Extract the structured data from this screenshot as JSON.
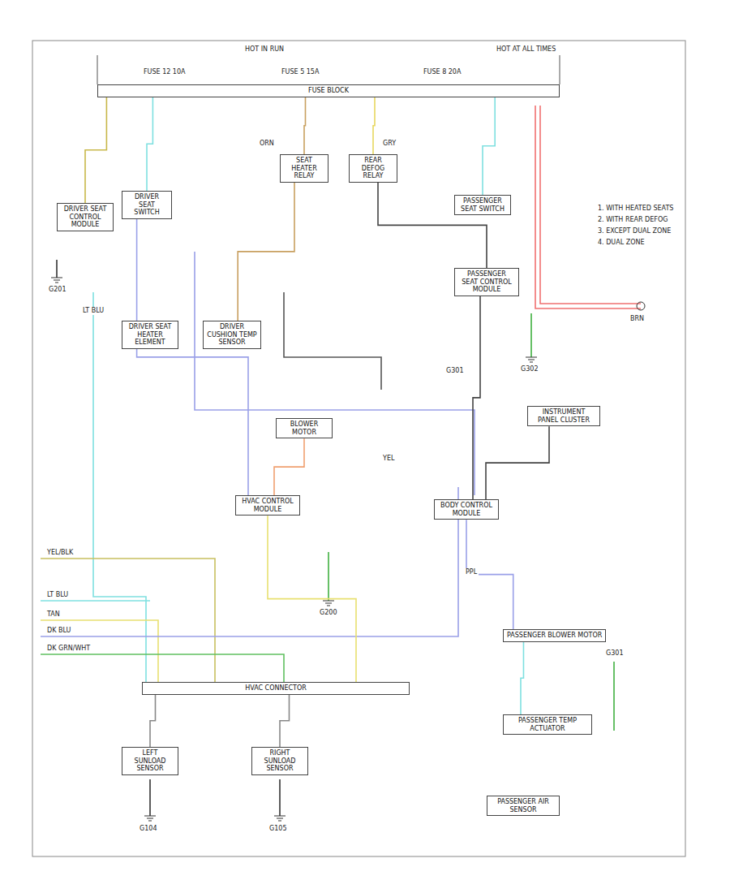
{
  "diagram": {
    "nodes": [
      {
        "text": [
          "FUSE BLOCK"
        ]
      },
      {
        "text": [
          "DRIVER SEAT CONTROL MODULE"
        ]
      },
      {
        "text": [
          "DRIVER SEAT SWITCH"
        ]
      },
      {
        "text": [
          "SEAT HEATER RELAY"
        ]
      },
      {
        "text": [
          "REAR DEFOG RELAY"
        ]
      },
      {
        "text": [
          "PASSENGER SEAT SWITCH"
        ]
      },
      {
        "text": [
          "PASSENGER SEAT CONTROL MODULE"
        ]
      },
      {
        "text": [
          "DRIVER SEAT HEATER ELEMENT"
        ]
      },
      {
        "text": [
          "DRIVER CUSHION TEMP SENSOR"
        ]
      },
      {
        "text": [
          "BLOWER MOTOR"
        ]
      },
      {
        "text": [
          "HVAC CONTROL MODULE"
        ]
      },
      {
        "text": [
          "INSTRUMENT PANEL CLUSTER"
        ]
      },
      {
        "text": [
          "BODY CONTROL MODULE"
        ]
      },
      {
        "text": [
          "HVAC CONNECTOR"
        ]
      },
      {
        "text": [
          "LEFT SUNLOAD SENSOR"
        ]
      },
      {
        "text": [
          "RIGHT SUNLOAD SENSOR"
        ]
      },
      {
        "text": [
          "PASSENGER BLOWER MOTOR"
        ]
      },
      {
        "text": [
          "PASSENGER TEMP ACTUATOR"
        ]
      },
      {
        "text": [
          "PASSENGER AIR SENSOR"
        ]
      }
    ],
    "edges": [
      {
        "from": 0,
        "to": 1,
        "arrow": "none"
      },
      {
        "from": 0,
        "to": 2,
        "arrow": "none"
      },
      {
        "from": 0,
        "to": 3,
        "arrow": "none"
      },
      {
        "from": 0,
        "to": 4,
        "arrow": "none"
      },
      {
        "from": 0,
        "to": 5,
        "arrow": "none"
      },
      {
        "from": 2,
        "to": 10,
        "arrow": "none"
      },
      {
        "from": 3,
        "to": 8,
        "arrow": "none"
      },
      {
        "from": 4,
        "to": 6,
        "arrow": "none"
      },
      {
        "from": 6,
        "to": 12,
        "arrow": "none"
      },
      {
        "from": 9,
        "to": 10,
        "arrow": "none"
      },
      {
        "from": 10,
        "to": 13,
        "arrow": "none"
      },
      {
        "from": 12,
        "to": 16,
        "arrow": "none"
      },
      {
        "from": 16,
        "to": 17,
        "arrow": "none"
      },
      {
        "from": 13,
        "to": 14,
        "arrow": "none"
      },
      {
        "from": 13,
        "to": 15,
        "arrow": "none"
      },
      {
        "from": 11,
        "to": 12,
        "arrow": "none"
      }
    ],
    "labels": [
      "HOT AT ALL TIMES",
      "HOT IN RUN",
      "FUSE 12 10A",
      "FUSE 5 15A",
      "FUSE 8 20A",
      "1. WITH HEATED SEATS",
      "2. WITH REAR DEFOG",
      "3. EXCEPT DUAL ZONE",
      "4. DUAL ZONE",
      "G201",
      "G301",
      "G302",
      "G200",
      "G301",
      "YEL/BLK",
      "LT BLU",
      "TAN",
      "DK BLU",
      "DK GRN/WHT",
      "G104",
      "G105",
      "LT BLU",
      "ORN",
      "GRY",
      "PPL",
      "BRN",
      "YEL"
    ]
  }
}
